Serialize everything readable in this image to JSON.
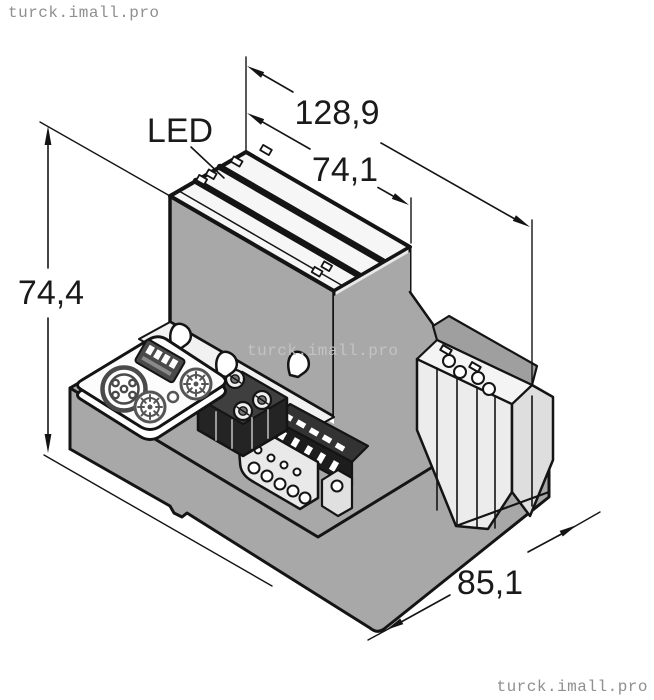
{
  "page": {
    "background": "#ffffff"
  },
  "watermarks": {
    "top_left": "turck.imall.pro",
    "center": "turck.imall.pro",
    "bottom_right": "turck.imall.pro"
  },
  "drawing": {
    "label_led": "LED",
    "dimensions": {
      "overall_width": "128,9",
      "module_width": "74,1",
      "height": "74,4",
      "depth": "85,1"
    },
    "colors": {
      "line": "#141414",
      "body_gray": "#a8a8a8",
      "light_face": "#f6f6f6",
      "connector_dark": "#242424",
      "watermark_gray": "#8f8f8f"
    }
  }
}
